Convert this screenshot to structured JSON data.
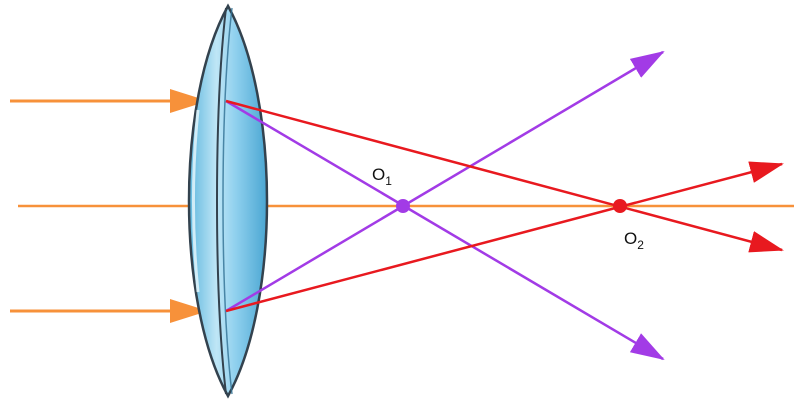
{
  "points": {
    "o1": {
      "letter": "O",
      "subscript": "1"
    },
    "o2": {
      "letter": "O",
      "subscript": "2"
    }
  },
  "colors": {
    "axis": "#f7913a",
    "incident_rays": "#f7913a",
    "violet_rays": "#a23be6",
    "red_rays": "#e8191f",
    "lens_fill_light": "#cdebf7",
    "lens_fill_dark": "#62b9e0",
    "lens_outline": "#33424e"
  }
}
